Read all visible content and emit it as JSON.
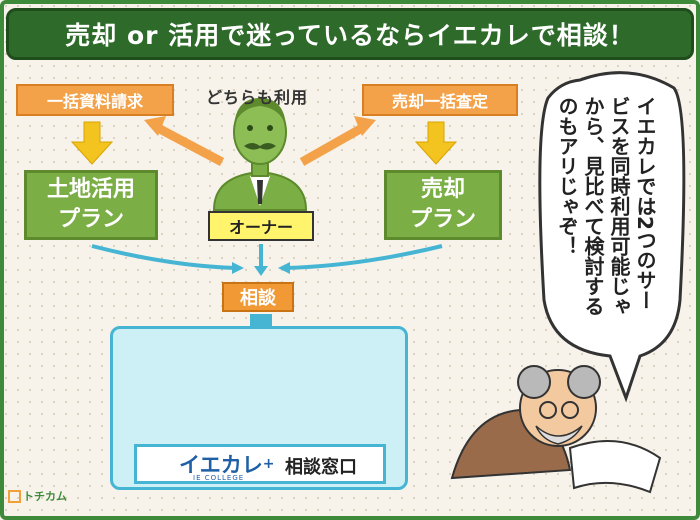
{
  "title": "売却 or 活用で迷っているならイエカレで相談！",
  "left_tag": "一括資料請求",
  "right_tag": "売却一括査定",
  "usage_label": "どちらも利用",
  "owner_label": "オーナー",
  "left_plan": [
    "土地活用",
    "プラン"
  ],
  "right_plan": [
    "売却",
    "プラン"
  ],
  "consult_label": "相談",
  "brand": {
    "name": "イエカレ",
    "plus": "+",
    "sub": "IE COLLEGE"
  },
  "desk_label": "相談窓口",
  "speech_bubble": "イエカレでは2つのサービスを同時利用可能じゃから、見比べて検討するのもアリじゃぞ！",
  "logo_text": "トチカム",
  "colors": {
    "title_bg": "#2e6b2b",
    "frame": "#3d8a3a",
    "tag_orange": "#f3a24a",
    "plan_green": "#7cae46",
    "owner_yellow": "#fff46b",
    "office_blue": "#cdeff6",
    "accent_blue": "#46b5d4"
  }
}
